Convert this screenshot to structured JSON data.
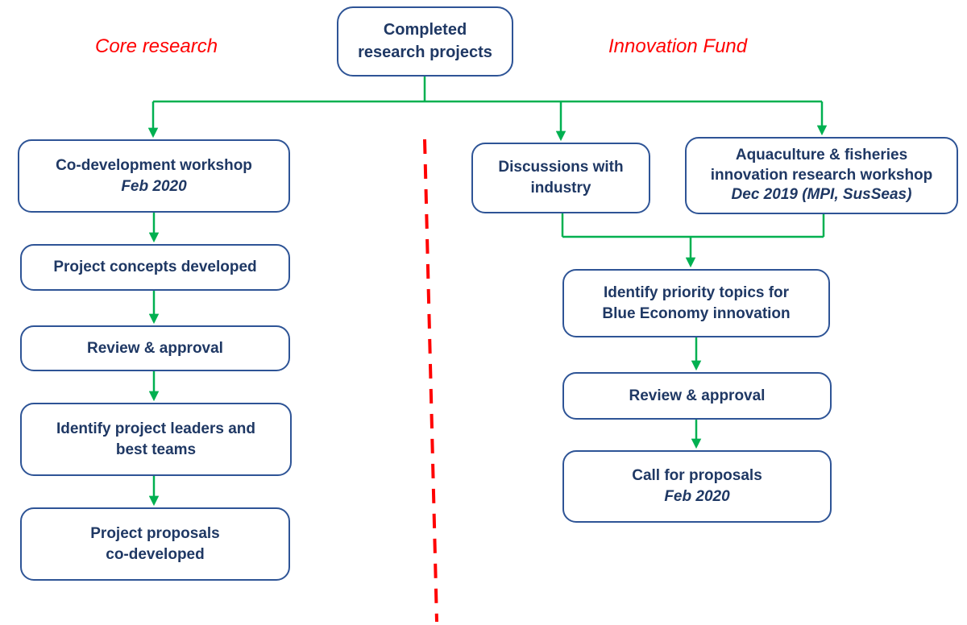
{
  "colors": {
    "box_border": "#2e5496",
    "box_text": "#1f3864",
    "arrow_green": "#00b050",
    "divider_red": "#ff0000",
    "branch_label_red": "#ff0000"
  },
  "branch_labels": {
    "core": "Core research",
    "innovation": "Innovation Fund"
  },
  "root": {
    "lines": [
      "Completed",
      "research projects"
    ]
  },
  "left": {
    "nodes": [
      {
        "lines": [
          "Co-development workshop"
        ],
        "date": "Feb 2020"
      },
      {
        "lines": [
          "Project concepts developed"
        ]
      },
      {
        "lines": [
          "Review & approval"
        ]
      },
      {
        "lines": [
          "Identify project leaders and",
          "best teams"
        ]
      },
      {
        "lines": [
          "Project proposals",
          "co-developed"
        ]
      }
    ]
  },
  "right": {
    "nodes": [
      {
        "lines": [
          "Discussions with",
          "industry"
        ]
      },
      {
        "lines": [
          "Aquaculture & fisheries",
          "innovation research workshop"
        ],
        "date": "Dec 2019 (MPI, SusSeas)"
      },
      {
        "lines": [
          "Identify priority topics for",
          "Blue Economy innovation"
        ]
      },
      {
        "lines": [
          "Review & approval"
        ]
      },
      {
        "lines": [
          "Call for proposals"
        ],
        "date": "Feb 2020"
      }
    ]
  }
}
